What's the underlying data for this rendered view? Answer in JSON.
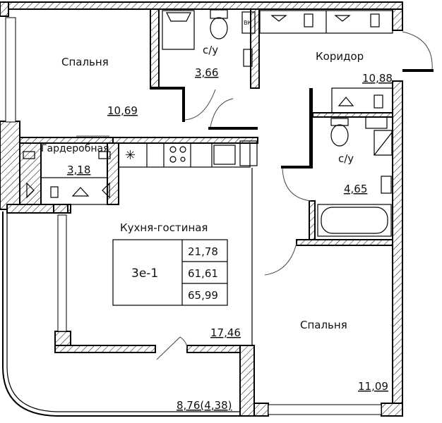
{
  "rooms": {
    "bedroom1": {
      "name": "Спальня",
      "area": "10,69"
    },
    "bathroom1": {
      "name": "с/у",
      "area": "3,66"
    },
    "corridor": {
      "name": "Коридор",
      "area": "10,88"
    },
    "bathroom2": {
      "name": "с/у",
      "area": "4,65"
    },
    "wardrobe": {
      "name": "Гардеробная",
      "area": "3,18"
    },
    "kitchen_living": {
      "name": "Кухня-гостиная",
      "area": "17,46"
    },
    "bedroom2": {
      "name": "Спальня",
      "area": "11,09"
    },
    "balcony": {
      "area": "8,76(4,38)"
    }
  },
  "summary": {
    "type": "3е-1",
    "living_area": "21,78",
    "total_area": "61,61",
    "total_with_balcony": "65,99"
  },
  "fixtures": {
    "vent_label": "ВК"
  }
}
